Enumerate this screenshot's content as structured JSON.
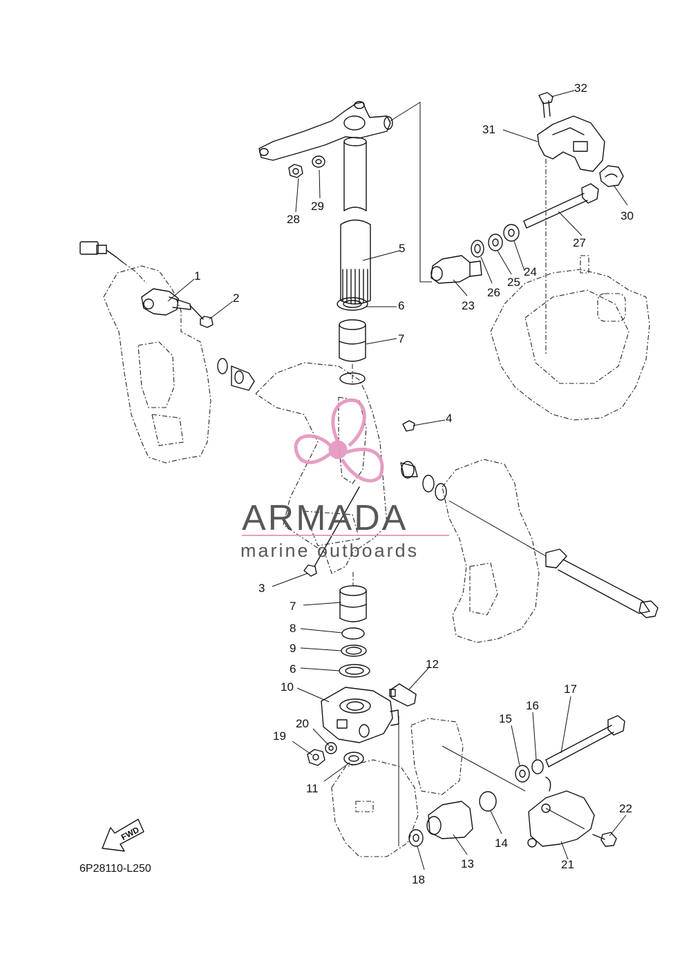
{
  "diagram_code": "6P28110-L250",
  "fwd_label": "FWD",
  "watermark": {
    "brand": "ARMADA",
    "tagline": "marine outboards",
    "accent": "#e596bf"
  },
  "callouts": [
    {
      "num": "1"
    },
    {
      "num": "2"
    },
    {
      "num": "3"
    },
    {
      "num": "4"
    },
    {
      "num": "5"
    },
    {
      "num": "6"
    },
    {
      "num": "7"
    },
    {
      "num": "7"
    },
    {
      "num": "8"
    },
    {
      "num": "9"
    },
    {
      "num": "6"
    },
    {
      "num": "10"
    },
    {
      "num": "11"
    },
    {
      "num": "12"
    },
    {
      "num": "13"
    },
    {
      "num": "14"
    },
    {
      "num": "15"
    },
    {
      "num": "16"
    },
    {
      "num": "17"
    },
    {
      "num": "18"
    },
    {
      "num": "19"
    },
    {
      "num": "20"
    },
    {
      "num": "21"
    },
    {
      "num": "22"
    },
    {
      "num": "23"
    },
    {
      "num": "24"
    },
    {
      "num": "25"
    },
    {
      "num": "26"
    },
    {
      "num": "27"
    },
    {
      "num": "28"
    },
    {
      "num": "29"
    },
    {
      "num": "30"
    },
    {
      "num": "31"
    },
    {
      "num": "32"
    }
  ]
}
